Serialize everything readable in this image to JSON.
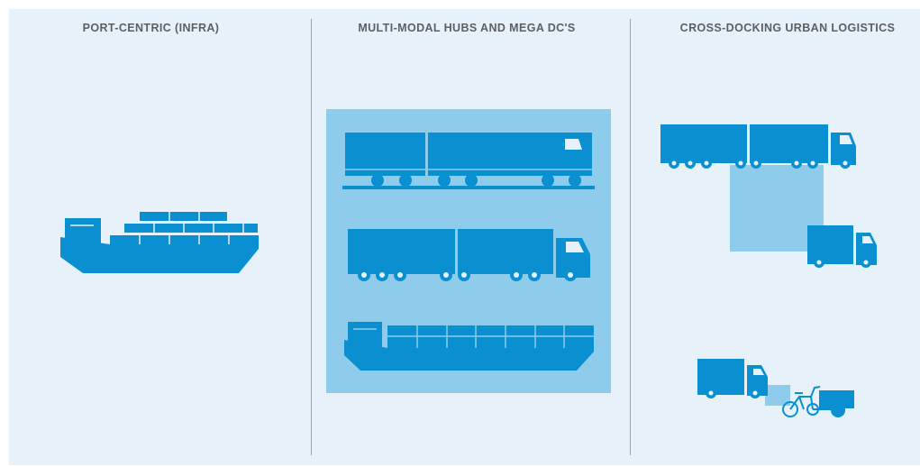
{
  "columns": [
    {
      "title": "PORT-CENTRIC (INFRA)"
    },
    {
      "title": "MULTI-MODAL HUBS AND MEGA DC'S"
    },
    {
      "title": "CROSS-DOCKING URBAN LOGISTICS"
    }
  ],
  "colors": {
    "background": "#e6f1fa",
    "accent": "#0a8fd1",
    "highlight": "#8fcbeb",
    "title_text": "#5d5f63",
    "divider": "#9aa4ad"
  },
  "icons": [
    "cargo-ship-icon",
    "freight-train-icon",
    "road-train-truck-icon",
    "container-barge-icon",
    "trailer-truck-icon",
    "delivery-van-icon",
    "cargo-bike-icon"
  ]
}
